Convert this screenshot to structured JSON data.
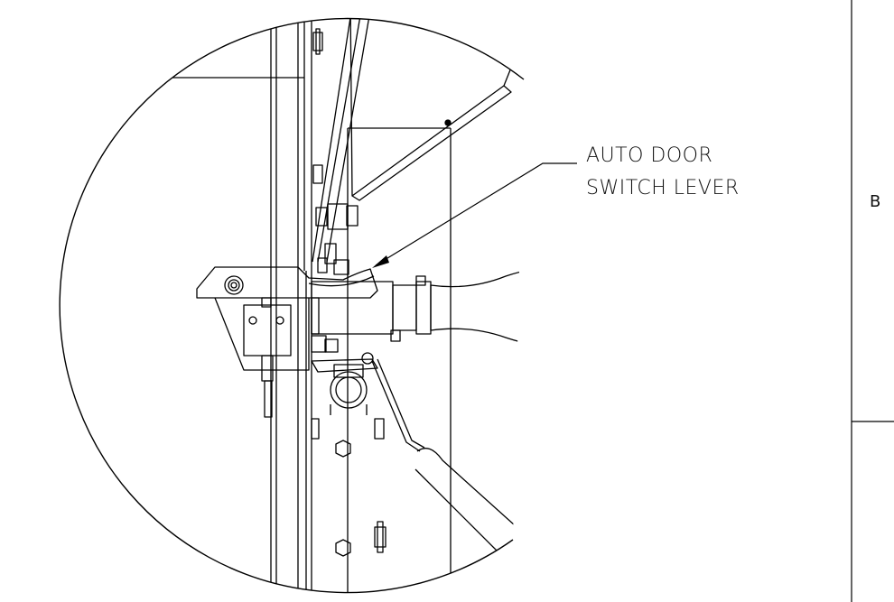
{
  "callout": {
    "line1": "AUTO DOOR",
    "line2": "SWITCH LEVER"
  },
  "zone_label": "B",
  "colors": {
    "stroke": "#000000",
    "background": "#ffffff"
  }
}
